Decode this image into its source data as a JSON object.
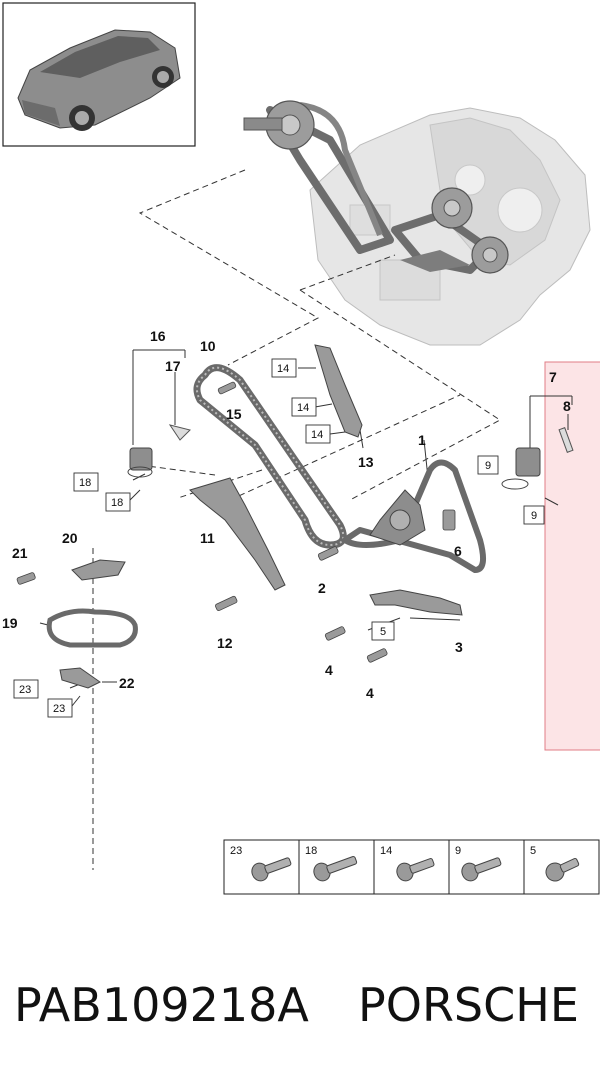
{
  "callouts": {
    "c1": "1",
    "c2": "2",
    "c3": "3",
    "c4a": "4",
    "c4b": "4",
    "c6": "6",
    "c7": "7",
    "c8": "8",
    "c10": "10",
    "c11": "11",
    "c12": "12",
    "c13": "13",
    "c15": "15",
    "c16": "16",
    "c17": "17",
    "c19": "19",
    "c20": "20",
    "c21": "21",
    "c22": "22"
  },
  "boxed_refs": {
    "b5": "5",
    "b9a": "9",
    "b9b": "9",
    "b14a": "14",
    "b14b": "14",
    "b14c": "14",
    "b18a": "18",
    "b18b": "18",
    "b23a": "23",
    "b23b": "23"
  },
  "bolt_table": [
    "23",
    "18",
    "14",
    "9",
    "5"
  ],
  "footer": {
    "part_code": "PAB109218A",
    "brand": "PORSCHE"
  },
  "colors": {
    "highlight_fill": "#fce4e6",
    "highlight_stroke": "#e07d86",
    "part_fill": "#9a9a9a",
    "engine_fill": "#e6e6e6",
    "line": "#333333"
  }
}
